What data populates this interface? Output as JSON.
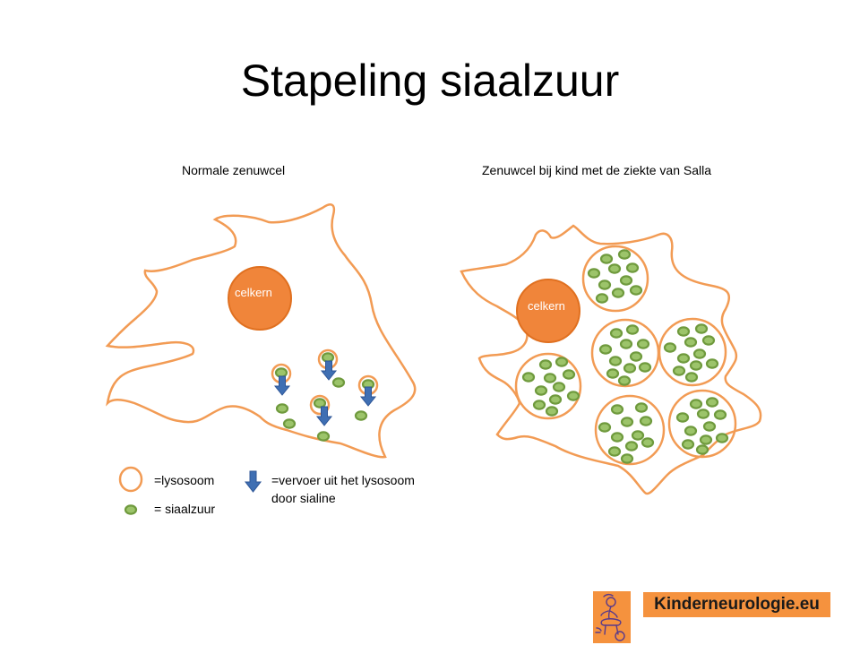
{
  "title": "Stapeling siaalzuur",
  "panels": {
    "normal_label": "Normale zenuwcel",
    "salla_label": "Zenuwcel bij kind met de ziekte van Salla"
  },
  "nucleus": {
    "label": "celkern"
  },
  "legend": {
    "lysosome": "=lysosoom",
    "sialic_acid": "= siaalzuur",
    "transport_line1": "=vervoer uit het lysosoom",
    "transport_line2": "door sialine"
  },
  "brand": {
    "text": "Kinderneurologie.eu"
  },
  "colors": {
    "membrane": "#f29b54",
    "nucleus_fill": "#f0853a",
    "nucleus_stroke": "#e07020",
    "sialic_fill": "#9cc46a",
    "sialic_stroke": "#6f9a3d",
    "arrow": "#3f6fb3",
    "brand_bg": "#f5923e"
  }
}
